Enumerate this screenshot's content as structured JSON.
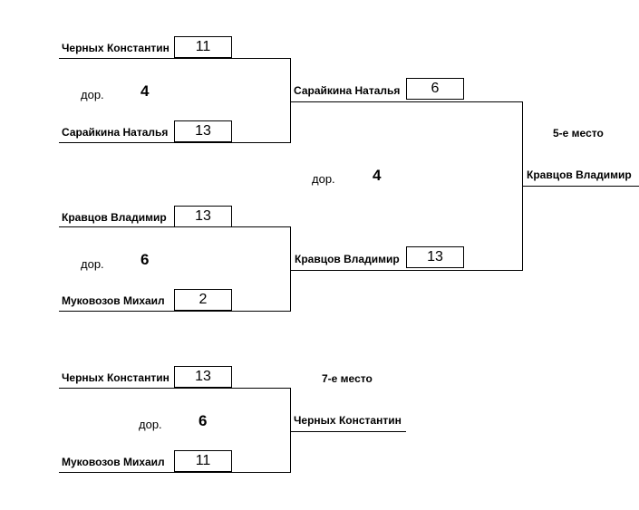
{
  "court_label": "дор.",
  "match1": {
    "player_top": "Черных Константин",
    "score_top": "11",
    "player_bottom": "Сарайкина Наталья",
    "score_bottom": "13",
    "court": "4"
  },
  "match2": {
    "player_top": "Кравцов Владимир",
    "score_top": "13",
    "player_bottom": "Муковозов Михаил",
    "score_bottom": "2",
    "court": "6"
  },
  "match3": {
    "player_top": "Сарайкина Наталья",
    "score_top": "6",
    "player_bottom": "Кравцов Владимир",
    "score_bottom": "13",
    "court": "4"
  },
  "final5": {
    "title": "5-е место",
    "winner": "Кравцов Владимир"
  },
  "match4": {
    "player_top": "Черных Константин",
    "score_top": "13",
    "player_bottom": "Муковозов Михаил",
    "score_bottom": "11",
    "court": "6"
  },
  "final7": {
    "title": "7-е место",
    "winner": "Черных Константин"
  }
}
